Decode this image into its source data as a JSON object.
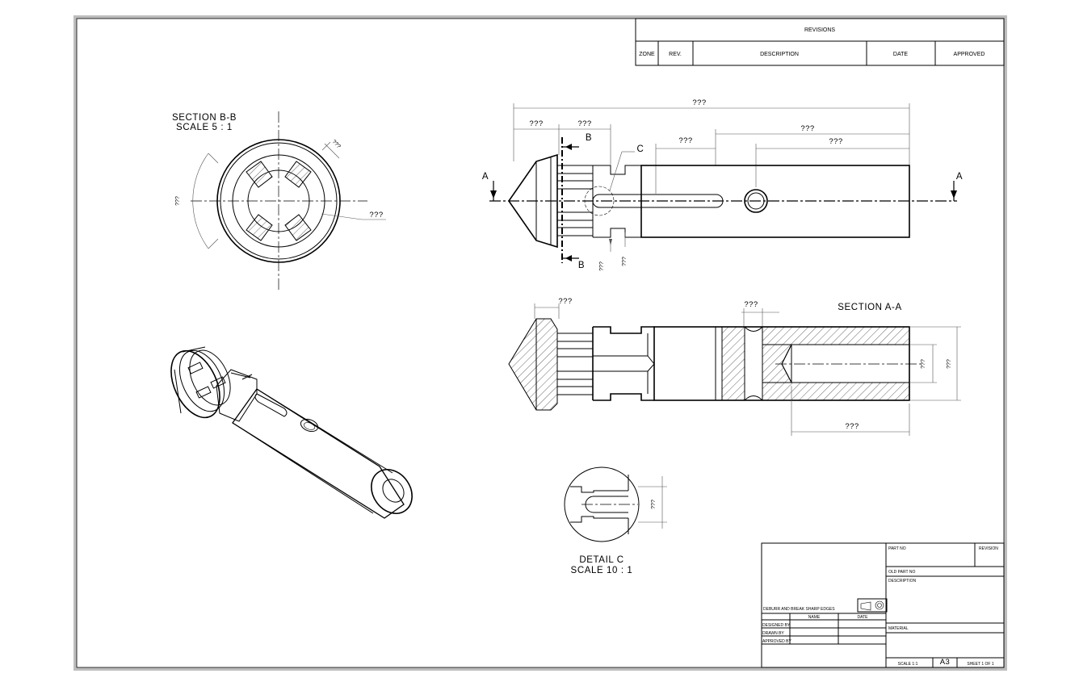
{
  "revisions": {
    "title": "REVISIONS",
    "headers": [
      "ZONE",
      "REV.",
      "DESCRIPTION",
      "DATE",
      "APPROVED"
    ]
  },
  "section_bb": {
    "title": "SECTION B-B",
    "scale": "SCALE 5 : 1",
    "dim_chamfer": "???",
    "dim_angle": "???",
    "dim_slot": "???"
  },
  "front_view": {
    "cut_label_a": "A",
    "cut_label_b": "B",
    "detail_label_c": "C",
    "dims": {
      "overall": "???",
      "seg1": "???",
      "seg2": "???",
      "seg3": "???",
      "seg4": "???",
      "seg5": "???",
      "bottom1": "???",
      "bottom2": "???"
    }
  },
  "section_aa": {
    "title": "SECTION A-A",
    "dims": {
      "lip": "???",
      "groove": "???",
      "bore_depth": "???",
      "od": "???",
      "bore": "???"
    }
  },
  "detail_c": {
    "title": "DETAIL C",
    "scale": "SCALE 10 : 1",
    "dim": "???"
  },
  "title_block": {
    "deburr_note": "DEBURR AND BREAK SHARP EDGES",
    "col_name": "NAME",
    "col_date": "DATE",
    "rows": [
      "DESIGNED BY",
      "DRAWN BY",
      "APPROVED BY"
    ],
    "part_no": "PART NO",
    "revision": "REVISION",
    "old_part_no": "OLD PART NO",
    "description": "DESCRIPTION",
    "material": "MATERIAL",
    "scale": "SCALE 1:1",
    "size": "A3",
    "sheet": "SHEET 1 OF 1"
  }
}
